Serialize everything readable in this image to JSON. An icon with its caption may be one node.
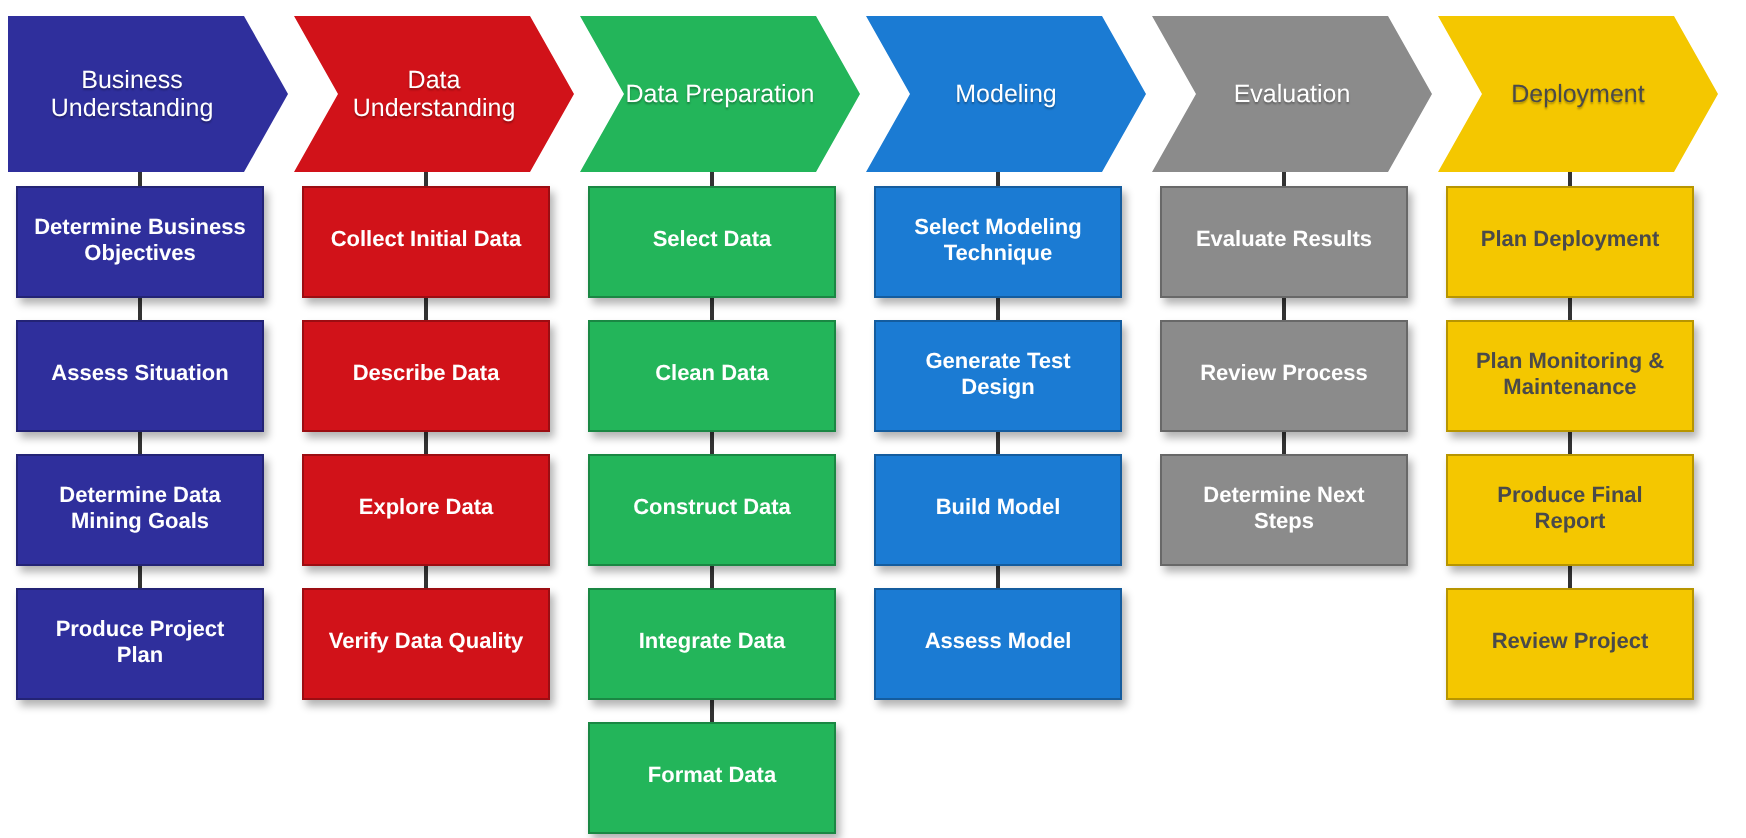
{
  "diagram": {
    "nodes": [
      {
        "text": [
          "Business Understanding"
        ]
      },
      {
        "text": [
          "Data Understanding"
        ]
      },
      {
        "text": [
          "Data Preparation"
        ]
      },
      {
        "text": [
          "Modeling"
        ]
      },
      {
        "text": [
          "Evaluation"
        ]
      },
      {
        "text": [
          "Deployment"
        ]
      },
      {
        "text": [
          "Determine Business Objectives"
        ]
      },
      {
        "text": [
          "Assess Situation"
        ]
      },
      {
        "text": [
          "Determine Data Mining Goals"
        ]
      },
      {
        "text": [
          "Produce Project Plan"
        ]
      },
      {
        "text": [
          "Collect Initial Data"
        ]
      },
      {
        "text": [
          "Describe Data"
        ]
      },
      {
        "text": [
          "Explore Data"
        ]
      },
      {
        "text": [
          "Verify Data Quality"
        ]
      },
      {
        "text": [
          "Select Data"
        ]
      },
      {
        "text": [
          "Clean Data"
        ]
      },
      {
        "text": [
          "Construct Data"
        ]
      },
      {
        "text": [
          "Integrate Data"
        ]
      },
      {
        "text": [
          "Format Data"
        ]
      },
      {
        "text": [
          "Select Modeling Technique"
        ]
      },
      {
        "text": [
          "Generate Test Design"
        ]
      },
      {
        "text": [
          "Build Model"
        ]
      },
      {
        "text": [
          "Assess Model"
        ]
      },
      {
        "text": [
          "Evaluate Results"
        ]
      },
      {
        "text": [
          "Review Process"
        ]
      },
      {
        "text": [
          "Determine Next Steps"
        ]
      },
      {
        "text": [
          "Plan Deployment"
        ]
      },
      {
        "text": [
          "Plan Monitoring & Maintenance"
        ]
      },
      {
        "text": [
          "Produce Final Report"
        ]
      },
      {
        "text": [
          "Review Project"
        ]
      }
    ],
    "edges": [
      {
        "from": 0,
        "to": 6,
        "arrow": "none"
      },
      {
        "from": 6,
        "to": 7,
        "arrow": "none"
      },
      {
        "from": 7,
        "to": 8,
        "arrow": "none"
      },
      {
        "from": 8,
        "to": 9,
        "arrow": "none"
      },
      {
        "from": 1,
        "to": 10,
        "arrow": "none"
      },
      {
        "from": 10,
        "to": 11,
        "arrow": "none"
      },
      {
        "from": 11,
        "to": 12,
        "arrow": "none"
      },
      {
        "from": 12,
        "to": 13,
        "arrow": "none"
      },
      {
        "from": 2,
        "to": 14,
        "arrow": "none"
      },
      {
        "from": 14,
        "to": 15,
        "arrow": "none"
      },
      {
        "from": 15,
        "to": 16,
        "arrow": "none"
      },
      {
        "from": 16,
        "to": 17,
        "arrow": "none"
      },
      {
        "from": 17,
        "to": 18,
        "arrow": "none"
      },
      {
        "from": 3,
        "to": 19,
        "arrow": "none"
      },
      {
        "from": 19,
        "to": 20,
        "arrow": "none"
      },
      {
        "from": 20,
        "to": 21,
        "arrow": "none"
      },
      {
        "from": 21,
        "to": 22,
        "arrow": "none"
      },
      {
        "from": 4,
        "to": 23,
        "arrow": "none"
      },
      {
        "from": 23,
        "to": 24,
        "arrow": "none"
      },
      {
        "from": 24,
        "to": 25,
        "arrow": "none"
      },
      {
        "from": 5,
        "to": 26,
        "arrow": "none"
      },
      {
        "from": 26,
        "to": 27,
        "arrow": "none"
      },
      {
        "from": 27,
        "to": 28,
        "arrow": "none"
      },
      {
        "from": 28,
        "to": 29,
        "arrow": "none"
      }
    ]
  }
}
